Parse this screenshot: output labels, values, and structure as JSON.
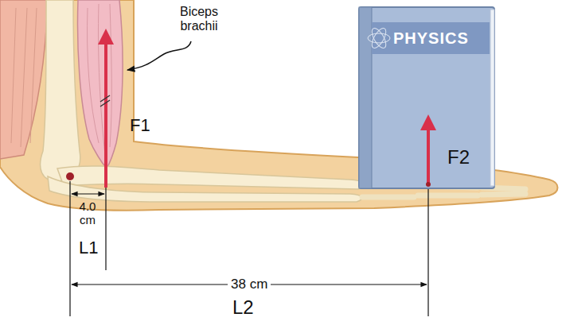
{
  "diagram": {
    "nodes": [
      {
        "text": [
          "PHYSICS",
          "F2"
        ]
      }
    ],
    "labels": [
      "Biceps brachii",
      "F1",
      "4.0 cm",
      "L1",
      "38 cm",
      "L2"
    ]
  }
}
